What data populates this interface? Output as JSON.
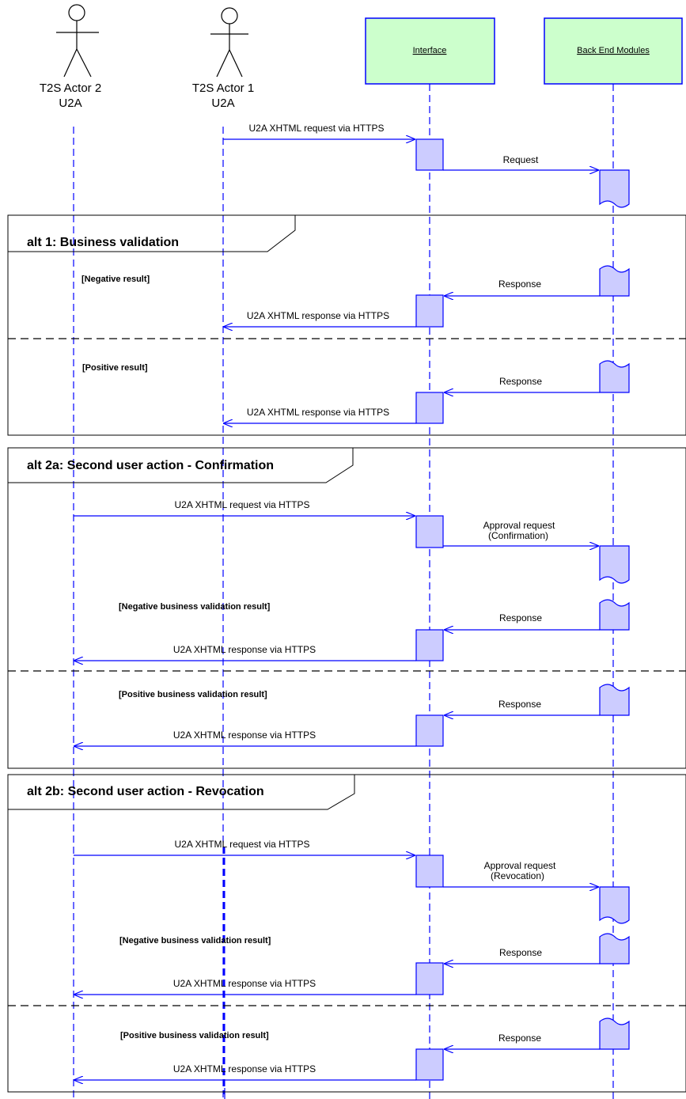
{
  "actors": [
    {
      "name": "T2S Actor 2",
      "sub": "U2A"
    },
    {
      "name": "T2S Actor 1",
      "sub": "U2A"
    }
  ],
  "components": [
    {
      "name": "Interface"
    },
    {
      "name": "Back End Modules"
    }
  ],
  "messages": {
    "request": "U2A XHTML request via HTTPS",
    "backend_request": "Request",
    "response": "Response",
    "u2a_response": "U2A XHTML response via HTTPS",
    "approval_request": "Approval request",
    "confirmation": "(Confirmation)",
    "revocation": "(Revocation)"
  },
  "frames": [
    {
      "title": "alt 1: Business validation",
      "guards": [
        "[Negative result]",
        "[Positive result]"
      ]
    },
    {
      "title": "alt 2a: Second user action - Confirmation",
      "guards": [
        "[Negative business validation result]",
        "[Positive business validation result]"
      ]
    },
    {
      "title": "alt 2b: Second user action - Revocation",
      "guards": [
        "[Negative business validation result]",
        "[Positive business validation result]"
      ]
    }
  ],
  "colors": {
    "lifeline": "#0000ff",
    "component_fill": "#ccffcc",
    "activation_fill": "#ccccff",
    "frame": "#000000"
  }
}
